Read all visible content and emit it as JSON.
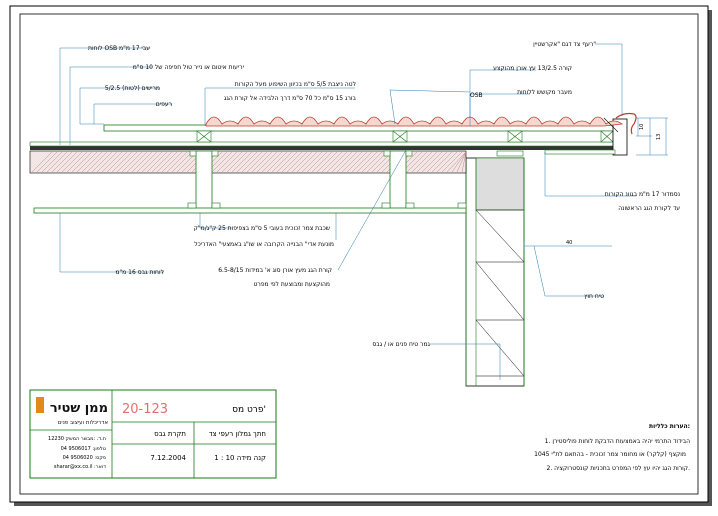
{
  "drawing": {
    "labels": {
      "osb_sheet": "לוחות OSB עבי 17 מ\"מ",
      "insulation": "יריעות איטום או נייר טול חפיפה של 10 ס\"מ",
      "battens": "מרישים (לטות) 5/2.5",
      "beams": "רעפים",
      "tile_batten": "לטה ניצבת 5/5 ס\"מ בכיוון השיפוע מעל הקורות",
      "tile_batten2": "בורג 15 ס\"מ כל 70 ס\"מ דרך הלבידה אל קורת הגג",
      "osb_marker": "OSB",
      "cover_profile": "מעבר מקושש ללוחות",
      "fascia_beam": "קורה 13/2.5 עץ אורן מהוקצע",
      "end_board": "רעף צד דגם \"אקרשטיין\"",
      "fascia_note": "נסמדור 17 מ\"מ בגוונ הקורות",
      "fascia_note2": "עד לקורת הגג הראשונה",
      "dim_40": "40",
      "wall_plaster": "טיח חוץ",
      "wall_note": "גמר טיח פנים או / גבס",
      "rafter_spacing": "שכבת צמר זכוכית בעובי 5 ס\"מ בצפיפות 25 ק\"ג/מ\"ק",
      "vapor_barrier": "מונעת אדי\" הבנייה הקרובה או שו\"ג באמצעי\" האדריכל",
      "board_16": "לוחות גבס 16 מ\"מ",
      "joist_note": "קורת הגג מעץ אורן סוג א' במידות 6.5-8/15",
      "joist_note2": "מהוקצעת ומבוצעת לפי מפרט",
      "dim_10": "10",
      "dim_13": "13"
    },
    "notes": {
      "heading": "הערות כלליות:",
      "items": [
        "1. הבידוד התרמי יהיה באמצעות הדבקת לוחות פוליסטירן",
        "מוקצף (קלקר) או מחומר צמר זכוכית - בהתאם לת\"י 1045",
        "2. קורות הגג יהיו עץ לפי המפרט בתכניות קונסטרוקציה."
      ]
    }
  },
  "title_block": {
    "company_logo": "ממן שטיר",
    "company_sub": "אדריכלות ועיצוב פנים",
    "contact_lines": [
      "12230 ת.ד. :מבשר המשק",
      "04 9506017 :טלפון",
      "04 9506020 :פקס",
      "sharar@xx.co.il :דואר"
    ],
    "detail_no_label": "פרט מס'",
    "detail_no": "20-123",
    "project_label": "חתך גמלון  רעפי צד",
    "sheet_name": "תקרת גבס",
    "scale_label": "קנה מידה 10 : 1",
    "date": "7.12.2004"
  },
  "colors": {
    "drawing_line": "#1a7a1a",
    "outline": "#000000",
    "tiles": "#c0392b",
    "osb_text": "#e07070",
    "logo_orange": "#e08a1a",
    "dimension": "#2a7ab0"
  }
}
